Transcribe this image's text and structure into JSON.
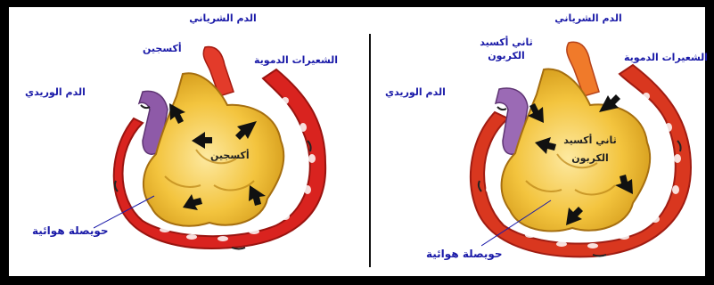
{
  "colors": {
    "label": "#1a1aa8",
    "alveolus": "#f1c238",
    "capillary": "#d9231f",
    "vein": "#8e5aa8",
    "artery": "#e33b2a",
    "arrow": "#111111"
  },
  "left_panel": {
    "artery_label": "الدم الشرياني",
    "oxygen_label": "أكسجين",
    "capillaries_label": "الشعيرات الدموية",
    "vein_label": "الدم الوريدي",
    "inside_label": "أكسجين",
    "alveolus_label": "حويصلة هوائية"
  },
  "right_panel": {
    "artery_label": "الدم الشرياني",
    "co2_label_line1": "ثاني أكسيد",
    "co2_label_line2": "الكربون",
    "capillaries_label": "الشعيرات الدموية",
    "vein_label": "الدم الوريدي",
    "inside_label_line1": "ثاني أكسيد",
    "inside_label_line2": "الكربون",
    "alveolus_label": "حويصلة هوائية"
  }
}
